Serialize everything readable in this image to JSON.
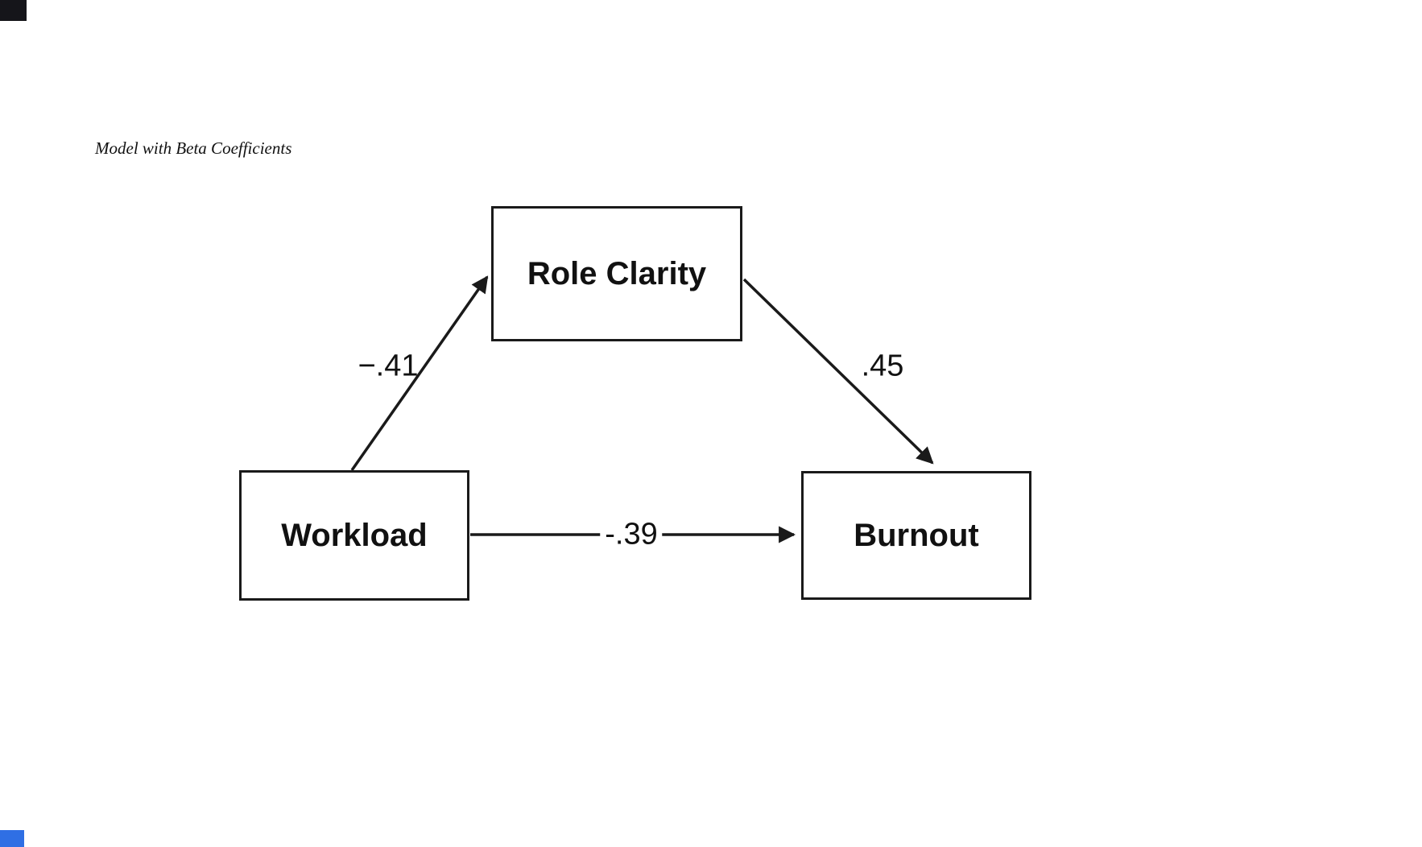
{
  "title": "Model with Beta Coefficients",
  "diagram": {
    "type": "path-model",
    "nodes": [
      {
        "id": "role-clarity",
        "label": "Role Clarity",
        "role": "mediator"
      },
      {
        "id": "workload",
        "label": "Workload",
        "role": "predictor"
      },
      {
        "id": "burnout",
        "label": "Burnout",
        "role": "outcome"
      }
    ],
    "edges": [
      {
        "from": "Workload",
        "to": "Role Clarity",
        "label": "−.41"
      },
      {
        "from": "Role Clarity",
        "to": "Burnout",
        "label": ".45"
      },
      {
        "from": "Workload",
        "to": "Burnout",
        "label": "-.39"
      }
    ]
  },
  "colors": {
    "background": "#ffffff",
    "line": "#1a1a1a",
    "text": "#111111",
    "corner_artifact_top": "#15151a",
    "corner_artifact_bottom": "#2f6fe4"
  }
}
